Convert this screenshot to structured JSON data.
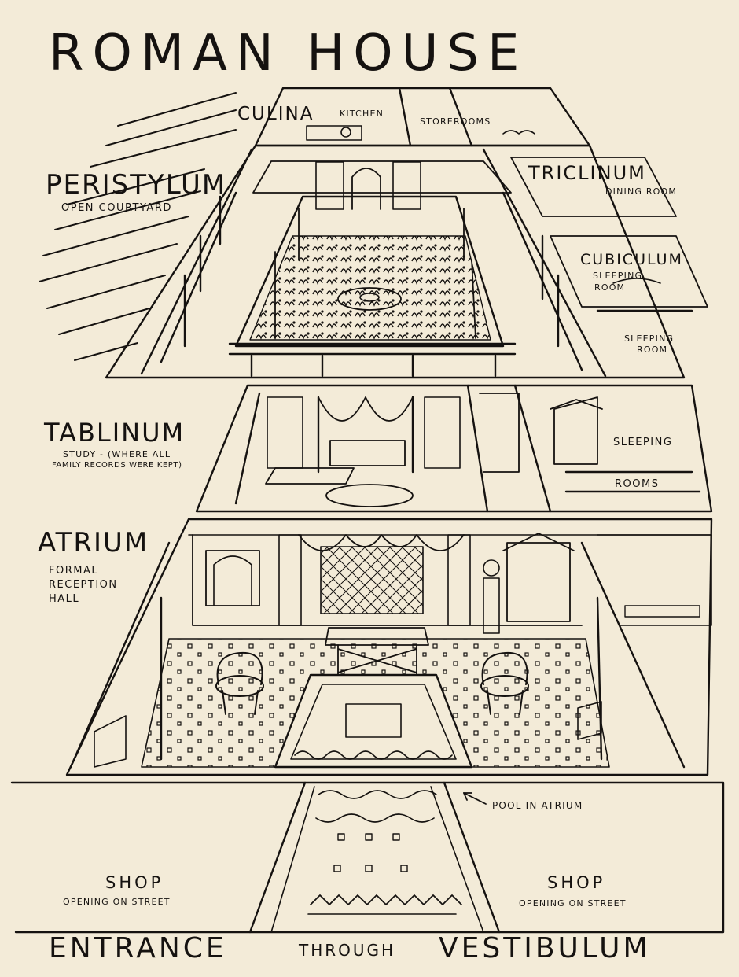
{
  "title": "ROMAN HOUSE",
  "rooms": {
    "culina": {
      "name": "CULINA",
      "note": "KITCHEN"
    },
    "storerooms": {
      "name": "STOREROOMS"
    },
    "peristylum": {
      "name": "PERISTYLUM",
      "note": "OPEN COURTYARD"
    },
    "triclinum": {
      "name": "TRICLINUM",
      "note": "DINING ROOM"
    },
    "cubiculum": {
      "name": "CUBICULUM",
      "note_line1": "SLEEPING",
      "note_line2": "ROOM"
    },
    "sleeping_room": {
      "line1": "SLEEPING",
      "line2": "ROOM"
    },
    "tablinum": {
      "name": "TABLINUM",
      "note_line1": "STUDY - (WHERE ALL",
      "note_line2": "FAMILY RECORDS WERE KEPT)"
    },
    "sleeping_rooms": {
      "line1": "SLEEPING",
      "line2": "ROOMS"
    },
    "atrium": {
      "name": "ATRIUM",
      "note_line1": "FORMAL",
      "note_line2": "RECEPTION",
      "note_line3": "HALL"
    },
    "pool": {
      "name": "POOL IN ATRIUM"
    },
    "shop_left": {
      "name": "SHOP",
      "note": "OPENING ON STREET"
    },
    "shop_right": {
      "name": "SHOP",
      "note": "OPENING ON STREET"
    }
  },
  "footer": {
    "entrance": "ENTRANCE",
    "through": "THROUGH",
    "vestibulum": "VESTIBULUM"
  },
  "colors": {
    "paper": "#f3ebd8",
    "ink": "#151210"
  }
}
